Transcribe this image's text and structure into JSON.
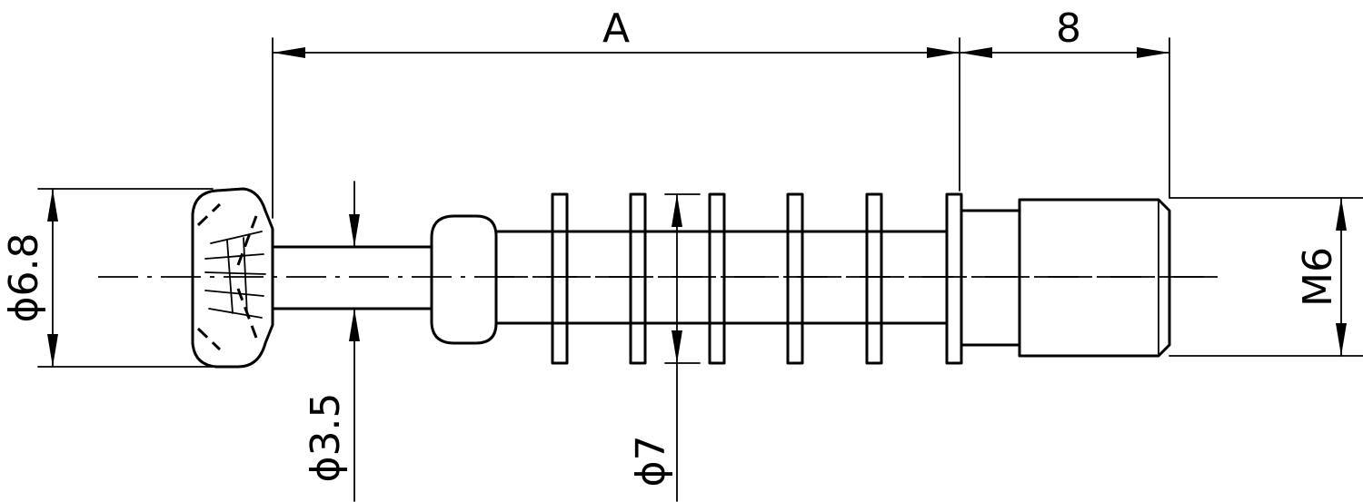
{
  "dimensions": {
    "length_a": "A",
    "thread_length": "8",
    "thread": "M6",
    "head_diameter": "ϕ6.8",
    "neck_diameter": "ϕ3.5",
    "body_diameter": "ϕ7"
  }
}
